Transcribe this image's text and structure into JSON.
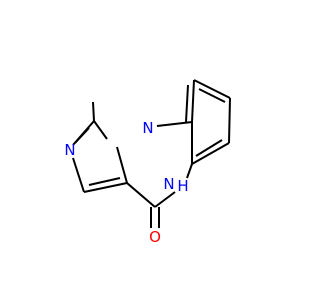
{
  "structure": {
    "atoms": [
      {
        "id": "n_fused",
        "label": "N",
        "color": "#0000ff"
      },
      {
        "id": "n_imidazole",
        "label": "N",
        "color": "#0000ff"
      },
      {
        "id": "nh",
        "label": "H",
        "color": "#0000ff"
      },
      {
        "id": "nh_n",
        "label": "N",
        "color": "#0000ff"
      },
      {
        "id": "carbonyl_o",
        "label": "O",
        "color": "#ff0000"
      }
    ]
  }
}
